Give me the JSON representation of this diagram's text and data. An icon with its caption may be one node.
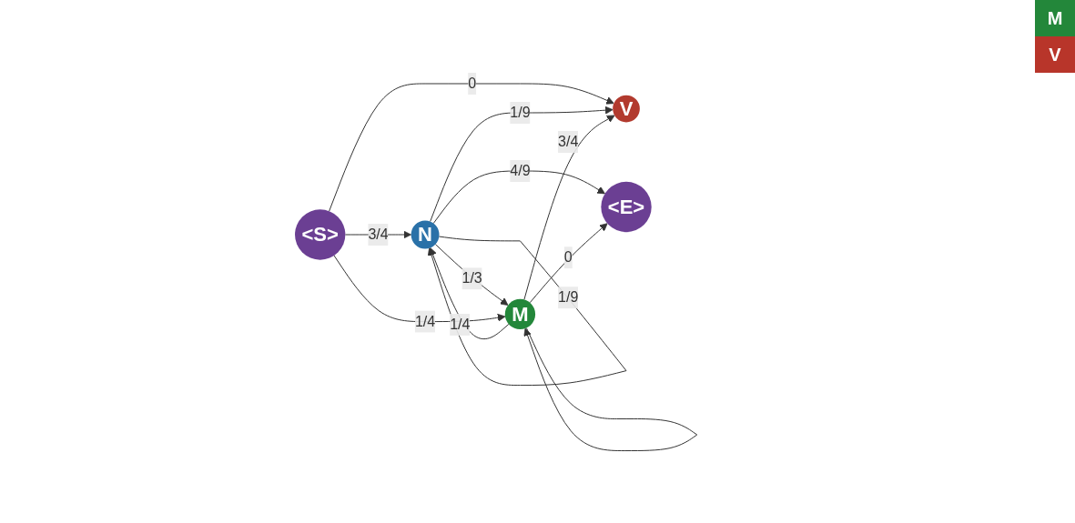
{
  "diagram": {
    "nodes": [
      {
        "text": [
          "<S>"
        ]
      },
      {
        "text": [
          "N"
        ]
      },
      {
        "text": [
          "V"
        ]
      },
      {
        "text": [
          "M"
        ]
      },
      {
        "text": [
          "<E>"
        ]
      }
    ],
    "edges": [
      {
        "from": 0,
        "to": 2,
        "label": "0",
        "arrow": "to"
      },
      {
        "from": 1,
        "to": 4,
        "label": "4/9",
        "arrow": "to"
      },
      {
        "from": 1,
        "to": 1,
        "label": "1/9",
        "arrow": "to"
      },
      {
        "from": 1,
        "to": 2,
        "label": "1/9",
        "arrow": "to"
      },
      {
        "from": 0,
        "to": 1,
        "label": "3/4",
        "arrow": "to"
      },
      {
        "from": 1,
        "to": 3,
        "label": "1/3",
        "arrow": "to"
      },
      {
        "from": 3,
        "to": 1,
        "label": "1/4",
        "arrow": "to"
      },
      {
        "from": 3,
        "to": 2,
        "label": "3/4",
        "arrow": "to"
      },
      {
        "from": 0,
        "to": 3,
        "label": "1/4",
        "arrow": "to"
      },
      {
        "from": 3,
        "to": 4,
        "label": "0",
        "arrow": "to"
      },
      {
        "from": 3,
        "to": 3,
        "arrow": "to"
      }
    ],
    "legend": [
      {
        "text": "M",
        "color": "#23873a"
      },
      {
        "text": "V",
        "color": "#b8352a"
      }
    ]
  }
}
